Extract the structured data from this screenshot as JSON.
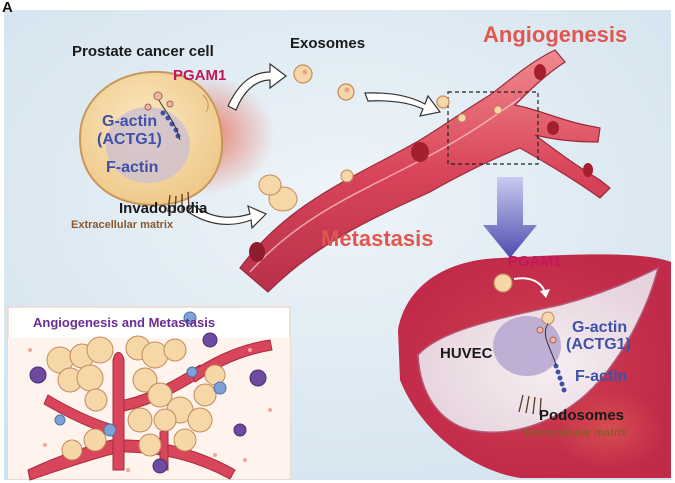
{
  "panel_label": "A",
  "labels": {
    "prostate_cancer_cell": "Prostate cancer cell",
    "exosomes": "Exosomes",
    "angiogenesis": "Angiogenesis",
    "pgam1_top": "PGAM1",
    "g_actin_top_line1": "G-actin",
    "g_actin_top_line2": "(ACTG1)",
    "f_actin_top": "F-actin",
    "invadopodia": "Invadopodia",
    "extracellular_matrix_top": "Extracellular matrix",
    "metastasis": "Metastasis",
    "inset_title": "Angiogenesis and Metastasis",
    "pgam1_bottom": "PGAM1",
    "huvec": "HUVEC",
    "g_actin_bottom_line1": "G-actin",
    "g_actin_bottom_line2": "(ACTG1)",
    "f_actin_bottom": "F-actin",
    "podosomes": "Podosomes",
    "extracellular_matrix_bottom": "Extracellular matrix"
  },
  "colors": {
    "background": "#dde9f2",
    "vessel": "#d9455a",
    "cell": "#f5d9a0",
    "huvec_membrane": "#c22a4a",
    "down_arrow": "#5d5db8",
    "accent_red": "#e0574f",
    "pgam1": "#c2185b",
    "actin_blue": "#3f51a8"
  }
}
